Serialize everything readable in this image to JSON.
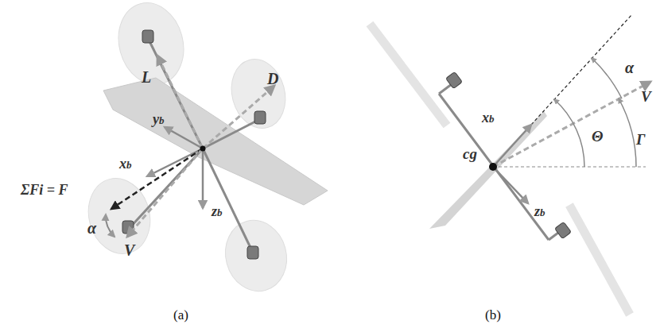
{
  "diagram": {
    "labels": [
      "L",
      "D",
      "yb",
      "xb",
      "zb",
      "ΣFi = F",
      "α",
      "V",
      "(a)",
      "cg",
      "xb",
      "zb",
      "α",
      "Θ",
      "Γ",
      "V",
      "(b)"
    ]
  }
}
